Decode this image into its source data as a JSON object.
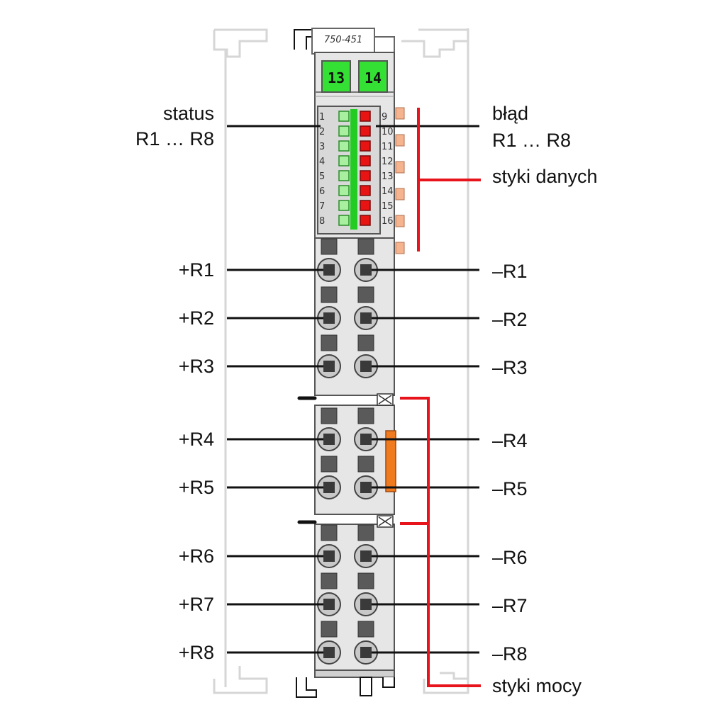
{
  "module": {
    "model": "750-451",
    "chips": [
      "13",
      "14"
    ],
    "led_numbers_left": [
      "1",
      "2",
      "3",
      "4",
      "5",
      "6",
      "7",
      "8"
    ],
    "led_numbers_right": [
      "9",
      "10",
      "11",
      "12",
      "13",
      "14",
      "15",
      "16"
    ]
  },
  "labels": {
    "status_line1": "status",
    "status_line2": "R1 … R8",
    "error_line1": "błąd",
    "error_line2": "R1 … R8",
    "data_contacts": "styki danych",
    "power_contacts": "styki mocy"
  },
  "terminals": {
    "plus": [
      "+R1",
      "+R2",
      "+R3",
      "+R4",
      "+R5",
      "+R6",
      "+R7",
      "+R8"
    ],
    "minus": [
      "–R1",
      "–R2",
      "–R3",
      "–R4",
      "–R5",
      "–R6",
      "–R7",
      "–R8"
    ]
  },
  "colors": {
    "housing": "#e6e6e6",
    "led_green_light": "#a8f0a0",
    "led_bar_green": "#22cc22",
    "led_red": "#e81414",
    "chip_green": "#33e033",
    "data_contact": "#f6b48e",
    "power_jumper": "#f07a1e",
    "bracket_red": "#e8141c"
  }
}
